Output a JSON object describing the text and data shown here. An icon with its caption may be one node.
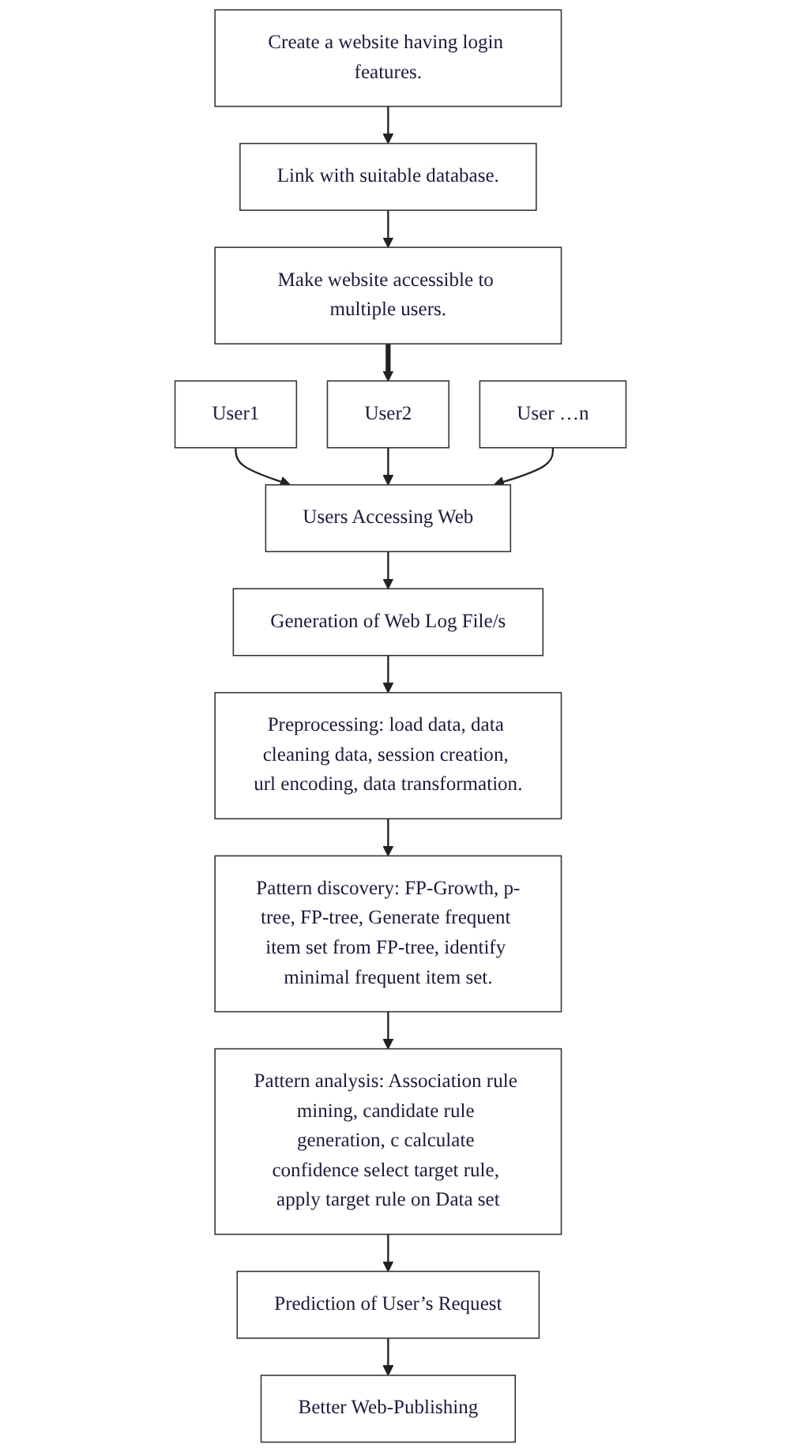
{
  "diagram": {
    "nodes": [
      {
        "text": [
          "Create a website having login features."
        ]
      },
      {
        "text": [
          "Link with suitable database."
        ]
      },
      {
        "text": [
          "Make website accessible to multiple users."
        ]
      },
      {
        "text": [
          "User1"
        ]
      },
      {
        "text": [
          "User2"
        ]
      },
      {
        "text": [
          "User …n"
        ]
      },
      {
        "text": [
          "Users Accessing Web"
        ]
      },
      {
        "text": [
          "Generation of Web Log File/s"
        ]
      },
      {
        "text": [
          "Preprocessing: load data, data cleaning data, session creation, url encoding, data transformation."
        ]
      },
      {
        "text": [
          "Pattern discovery: FP-Growth, p-tree, FP-tree, Generate frequent item set from FP-tree, identify minimal frequent item set."
        ]
      },
      {
        "text": [
          "Pattern analysis: Association rule mining, candidate rule generation, c calculate confidence select target rule, apply target rule on Data set"
        ]
      },
      {
        "text": [
          "Prediction of User’s Request"
        ]
      },
      {
        "text": [
          "Better Web-Publishing"
        ]
      }
    ],
    "edges": [
      {
        "from": 0,
        "to": 1,
        "arrow": "to"
      },
      {
        "from": 1,
        "to": 2,
        "arrow": "to"
      },
      {
        "from": 2,
        "to": 4,
        "arrow": "to",
        "style": "thick"
      },
      {
        "from": 3,
        "to": 6,
        "arrow": "to"
      },
      {
        "from": 4,
        "to": 6,
        "arrow": "to"
      },
      {
        "from": 5,
        "to": 6,
        "arrow": "to"
      },
      {
        "from": 6,
        "to": 7,
        "arrow": "to"
      },
      {
        "from": 7,
        "to": 8,
        "arrow": "to"
      },
      {
        "from": 8,
        "to": 9,
        "arrow": "to"
      },
      {
        "from": 9,
        "to": 10,
        "arrow": "to"
      },
      {
        "from": 10,
        "to": 11,
        "arrow": "to"
      },
      {
        "from": 11,
        "to": 12,
        "arrow": "to"
      }
    ]
  }
}
